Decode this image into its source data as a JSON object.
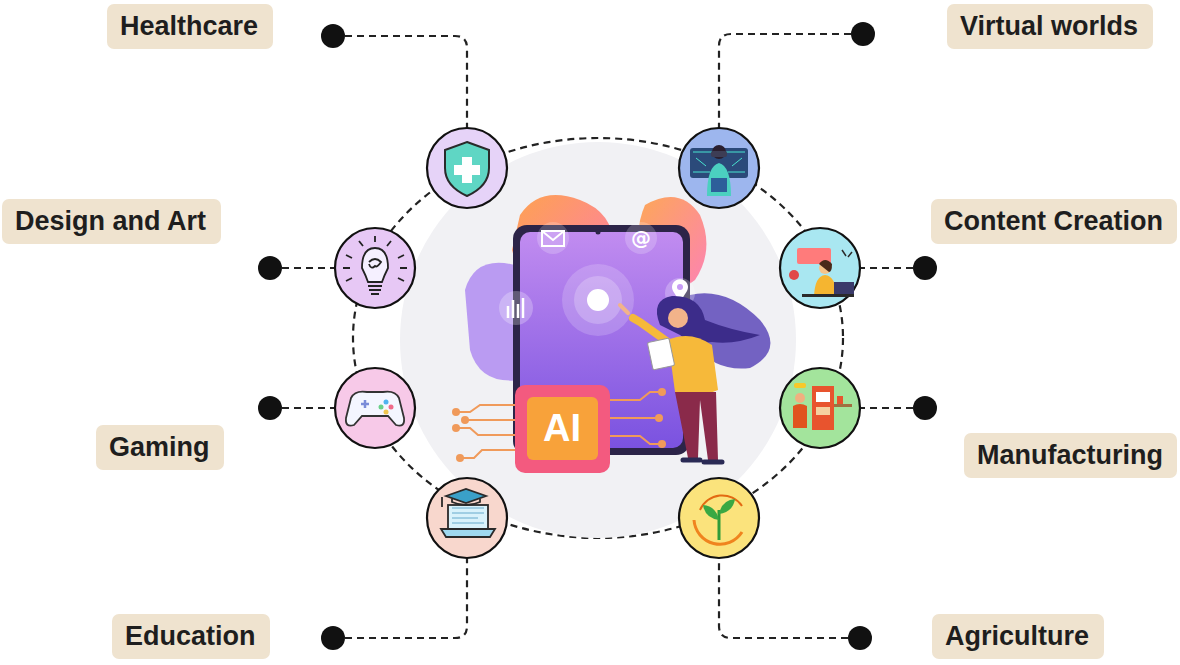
{
  "diagram": {
    "nodes": [
      {
        "text": [
          "Healthcare"
        ]
      },
      {
        "text": [
          "Virtual worlds"
        ]
      },
      {
        "text": [
          "Design and Art"
        ]
      },
      {
        "text": [
          "Content Creation"
        ]
      },
      {
        "text": [
          "Gaming"
        ]
      },
      {
        "text": [
          "Manufacturing"
        ]
      },
      {
        "text": [
          "Education"
        ]
      },
      {
        "text": [
          "Agriculture"
        ]
      }
    ],
    "labels": [
      "AI",
      "@"
    ]
  }
}
